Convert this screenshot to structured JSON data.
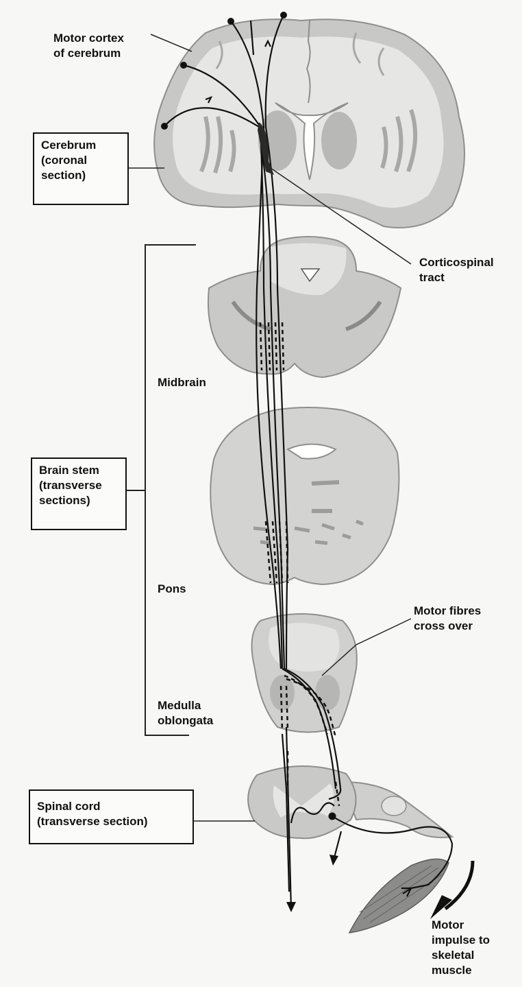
{
  "labels": {
    "motor_cortex": [
      "Motor cortex",
      "of cerebrum"
    ],
    "cerebrum": [
      "Cerebrum",
      "(coronal",
      "section)"
    ],
    "corticospinal": [
      "Corticospinal",
      "tract"
    ],
    "midbrain": "Midbrain",
    "brain_stem": [
      "Brain stem",
      "(transverse",
      "sections)"
    ],
    "pons": "Pons",
    "motor_fibres": [
      "Motor fibres",
      "cross over"
    ],
    "medulla": [
      "Medulla",
      "oblongata"
    ],
    "spinal_cord": [
      "Spinal cord",
      "(transverse section)"
    ],
    "motor_impulse": [
      "Motor",
      "impulse to",
      "skeletal",
      "muscle"
    ]
  },
  "colors": {
    "tissue_light": "#e3e3e1",
    "tissue_mid": "#c9c9c7",
    "tissue_dark": "#a9a9a7",
    "fibre": "#111111"
  }
}
